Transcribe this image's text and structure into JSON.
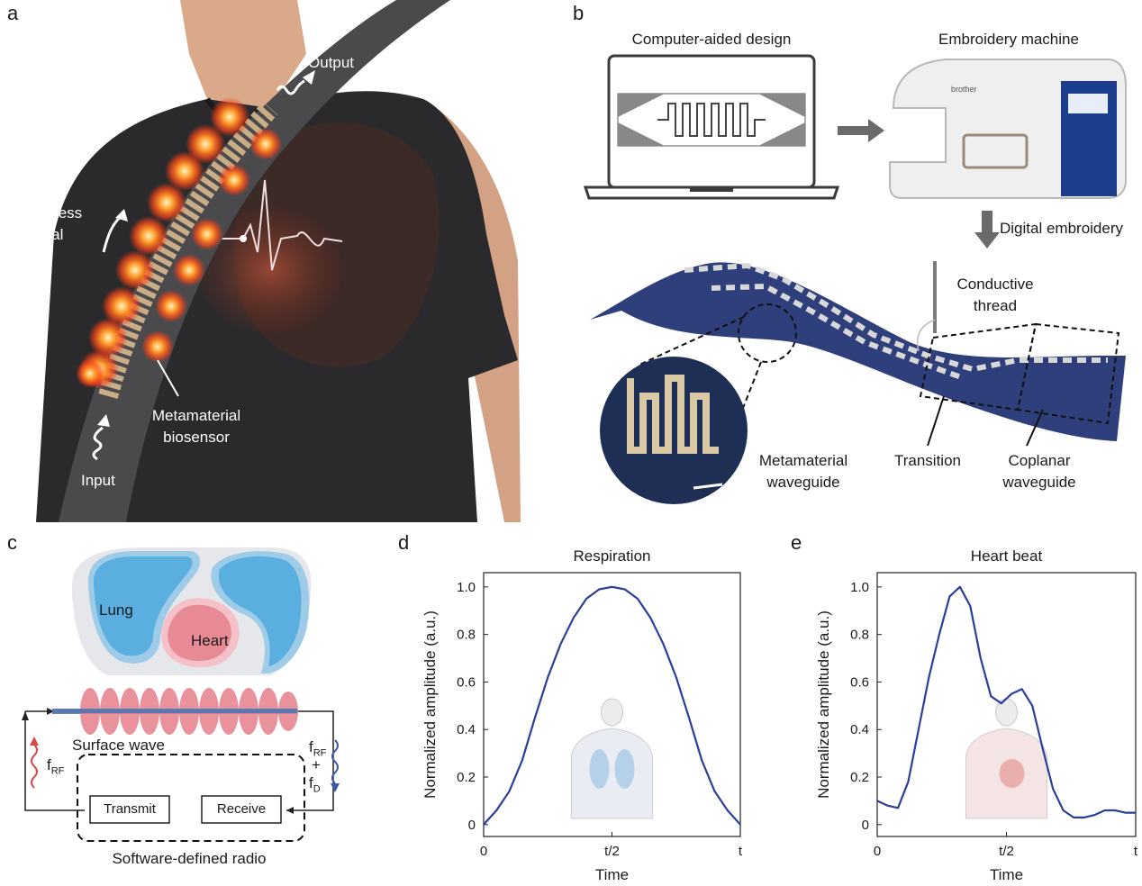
{
  "panels": {
    "a": {
      "letter": "a",
      "output": "Output",
      "wireless_signal_1": "Wireless",
      "wireless_signal_2": "signal",
      "metamaterial_1": "Metamaterial",
      "metamaterial_2": "biosensor",
      "input": "Input"
    },
    "b": {
      "letter": "b",
      "cad": "Computer-aided design",
      "embroidery_machine": "Embroidery machine",
      "digital_embroidery": "Digital embroidery",
      "conductive_1": "Conductive",
      "conductive_2": "thread",
      "meta_wg_1": "Metamaterial",
      "meta_wg_2": "waveguide",
      "transition": "Transition",
      "coplanar_1": "Coplanar",
      "coplanar_2": "waveguide",
      "brand": "brother"
    },
    "c": {
      "letter": "c",
      "lung": "Lung",
      "heart": "Heart",
      "surface_wave": "Surface wave",
      "f_rf": "f",
      "f_rf_sub": "RF",
      "plus": "+",
      "f_d": "f",
      "f_d_sub": "D",
      "transmit": "Transmit",
      "receive": "Receive",
      "sdr": "Software-defined radio"
    }
  },
  "chart_data": [
    {
      "panel": "d",
      "type": "line",
      "title": "Respiration",
      "xlabel": "Time",
      "ylabel": "Normalized amplitude (a.u.)",
      "xticks": [
        "0",
        "t/2",
        "t"
      ],
      "yticks": [
        "0",
        "0.2",
        "0.4",
        "0.6",
        "0.8",
        "1.0"
      ],
      "ylim": [
        -0.05,
        1.06
      ],
      "x": [
        0,
        0.05,
        0.1,
        0.15,
        0.2,
        0.25,
        0.3,
        0.35,
        0.4,
        0.45,
        0.5,
        0.55,
        0.6,
        0.65,
        0.7,
        0.75,
        0.8,
        0.85,
        0.9,
        0.95,
        1.0
      ],
      "values": [
        0.0,
        0.06,
        0.14,
        0.27,
        0.45,
        0.62,
        0.76,
        0.87,
        0.95,
        0.99,
        1.0,
        0.99,
        0.95,
        0.87,
        0.76,
        0.62,
        0.45,
        0.27,
        0.14,
        0.06,
        0.0
      ],
      "color": "#2a3f9a"
    },
    {
      "panel": "e",
      "type": "line",
      "title": "Heart beat",
      "xlabel": "Time",
      "ylabel": "Normalized amplitude (a.u.)",
      "xticks": [
        "0",
        "t/2",
        "t"
      ],
      "yticks": [
        "0",
        "0.2",
        "0.4",
        "0.6",
        "0.8",
        "1.0"
      ],
      "ylim": [
        -0.05,
        1.06
      ],
      "x": [
        0,
        0.04,
        0.08,
        0.12,
        0.16,
        0.2,
        0.24,
        0.28,
        0.32,
        0.36,
        0.4,
        0.44,
        0.48,
        0.52,
        0.56,
        0.6,
        0.64,
        0.68,
        0.72,
        0.76,
        0.8,
        0.84,
        0.88,
        0.92,
        0.96,
        1.0
      ],
      "values": [
        0.1,
        0.08,
        0.07,
        0.18,
        0.4,
        0.62,
        0.8,
        0.96,
        1.0,
        0.92,
        0.7,
        0.54,
        0.51,
        0.55,
        0.57,
        0.5,
        0.32,
        0.15,
        0.06,
        0.03,
        0.03,
        0.04,
        0.06,
        0.06,
        0.05,
        0.05
      ],
      "color": "#2a3f9a"
    }
  ],
  "colors": {
    "line": "#2a3f9a",
    "lung": "#5aafe0",
    "heart": "#e88a96",
    "wave": "#e67f8a",
    "fabric": "#2e3f7c"
  }
}
